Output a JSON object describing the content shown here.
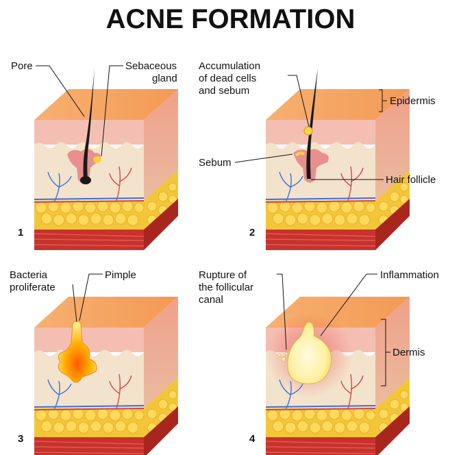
{
  "title": "ACNE FORMATION",
  "panels": [
    {
      "number": "1",
      "labels": {
        "pore": "Pore",
        "sebaceous_gland_1": "Sebaceous",
        "sebaceous_gland_2": "gland"
      }
    },
    {
      "number": "2",
      "labels": {
        "accumulation_1": "Accumulation",
        "accumulation_2": "of dead cells",
        "accumulation_3": "and sebum",
        "epidermis": "Epidermis",
        "sebum": "Sebum",
        "hair_follicle": "Hair follicle"
      }
    },
    {
      "number": "3",
      "labels": {
        "bacteria_1": "Bacteria",
        "bacteria_2": "proliferate",
        "pimple": "Pimple"
      }
    },
    {
      "number": "4",
      "labels": {
        "rupture_1": "Rupture of",
        "rupture_2": "the follicular",
        "rupture_3": "canal",
        "inflammation": "Inflammation",
        "dermis": "Dermis"
      }
    }
  ],
  "colors": {
    "skin_top": "#f6a764",
    "epidermis": "#f4c3b8",
    "dermis": "#f3e3cc",
    "fat": "#f3c63a",
    "muscle": "#c8322d",
    "hair": "#1a1a1a",
    "pimple_center": "#ff6a00",
    "pus": "#fff2a8",
    "inflammation": "#f25c5c"
  }
}
